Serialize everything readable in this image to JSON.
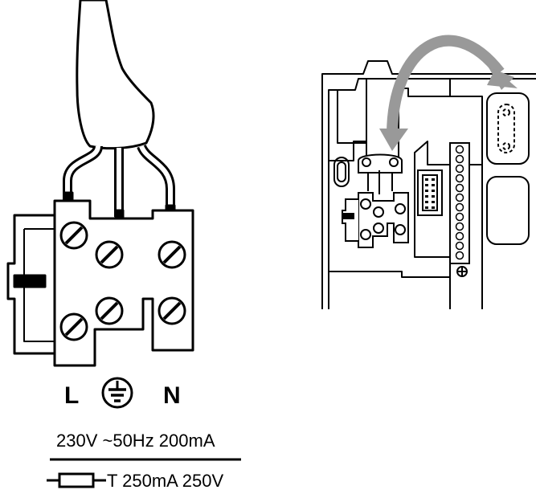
{
  "terminal_labels": {
    "live": "L",
    "neutral": "N",
    "earth_symbol": "protective-earth-icon"
  },
  "specs": {
    "rating": "230V ~50Hz 200mA",
    "fuse": "T 250mA 250V",
    "fuse_symbol": "fuse-icon"
  },
  "colors": {
    "line": "#000000",
    "arrow": "#999999",
    "background": "#ffffff"
  }
}
